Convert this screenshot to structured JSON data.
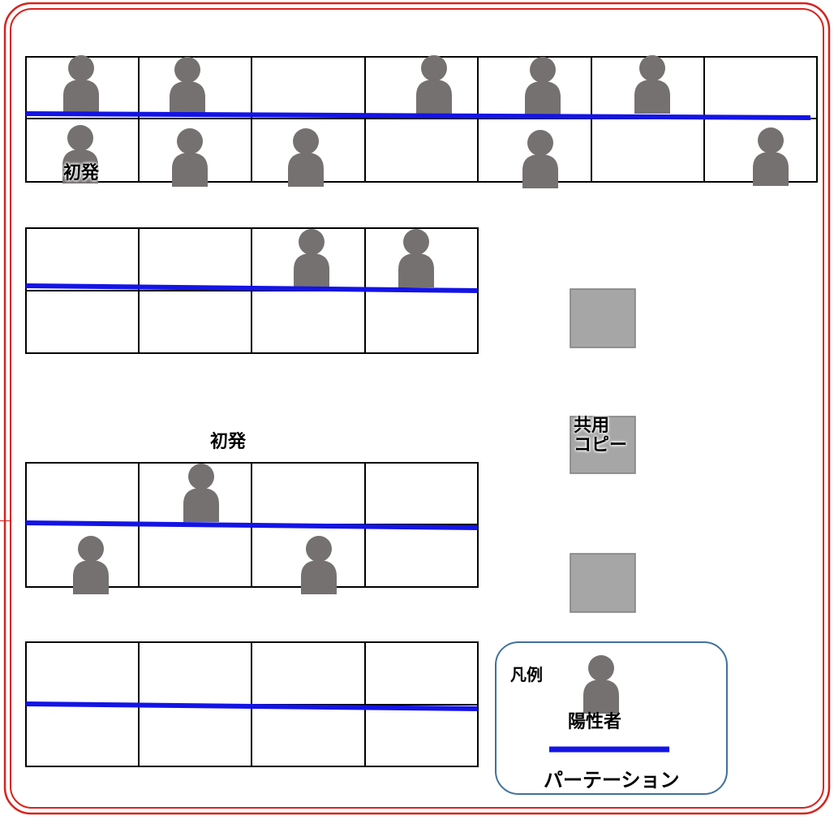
{
  "colors": {
    "border": "#d9221c",
    "grid": "#000000",
    "partition": "#1414e6",
    "person": "#757171",
    "copier": "#a6a6a6",
    "legend_border": "#41719c"
  },
  "labels": {
    "first_case_1": "初発",
    "first_case_2": "初発",
    "copier": "共用\nコピー"
  },
  "legend": {
    "title": "凡例",
    "person_label": "陽性者",
    "partition_label": "パーテーション"
  },
  "icons": {
    "person": "person-icon",
    "copier": "copier-icon"
  },
  "desk_groups": [
    {
      "name": "desk-group-1",
      "columns": 7,
      "rows": 2,
      "positives": [
        [
          0,
          0
        ],
        [
          0,
          1
        ],
        [
          0,
          3
        ],
        [
          0,
          4
        ],
        [
          0,
          5
        ],
        [
          1,
          0
        ],
        [
          1,
          1
        ],
        [
          1,
          2
        ],
        [
          1,
          4
        ],
        [
          1,
          6
        ]
      ]
    },
    {
      "name": "desk-group-2",
      "columns": 4,
      "rows": 2,
      "positives": [
        [
          0,
          2
        ],
        [
          0,
          3
        ]
      ]
    },
    {
      "name": "desk-group-3",
      "columns": 4,
      "rows": 2,
      "positives": [
        [
          0,
          1
        ],
        [
          1,
          0
        ],
        [
          1,
          2
        ]
      ]
    },
    {
      "name": "desk-group-4",
      "columns": 4,
      "rows": 2,
      "positives": []
    }
  ]
}
